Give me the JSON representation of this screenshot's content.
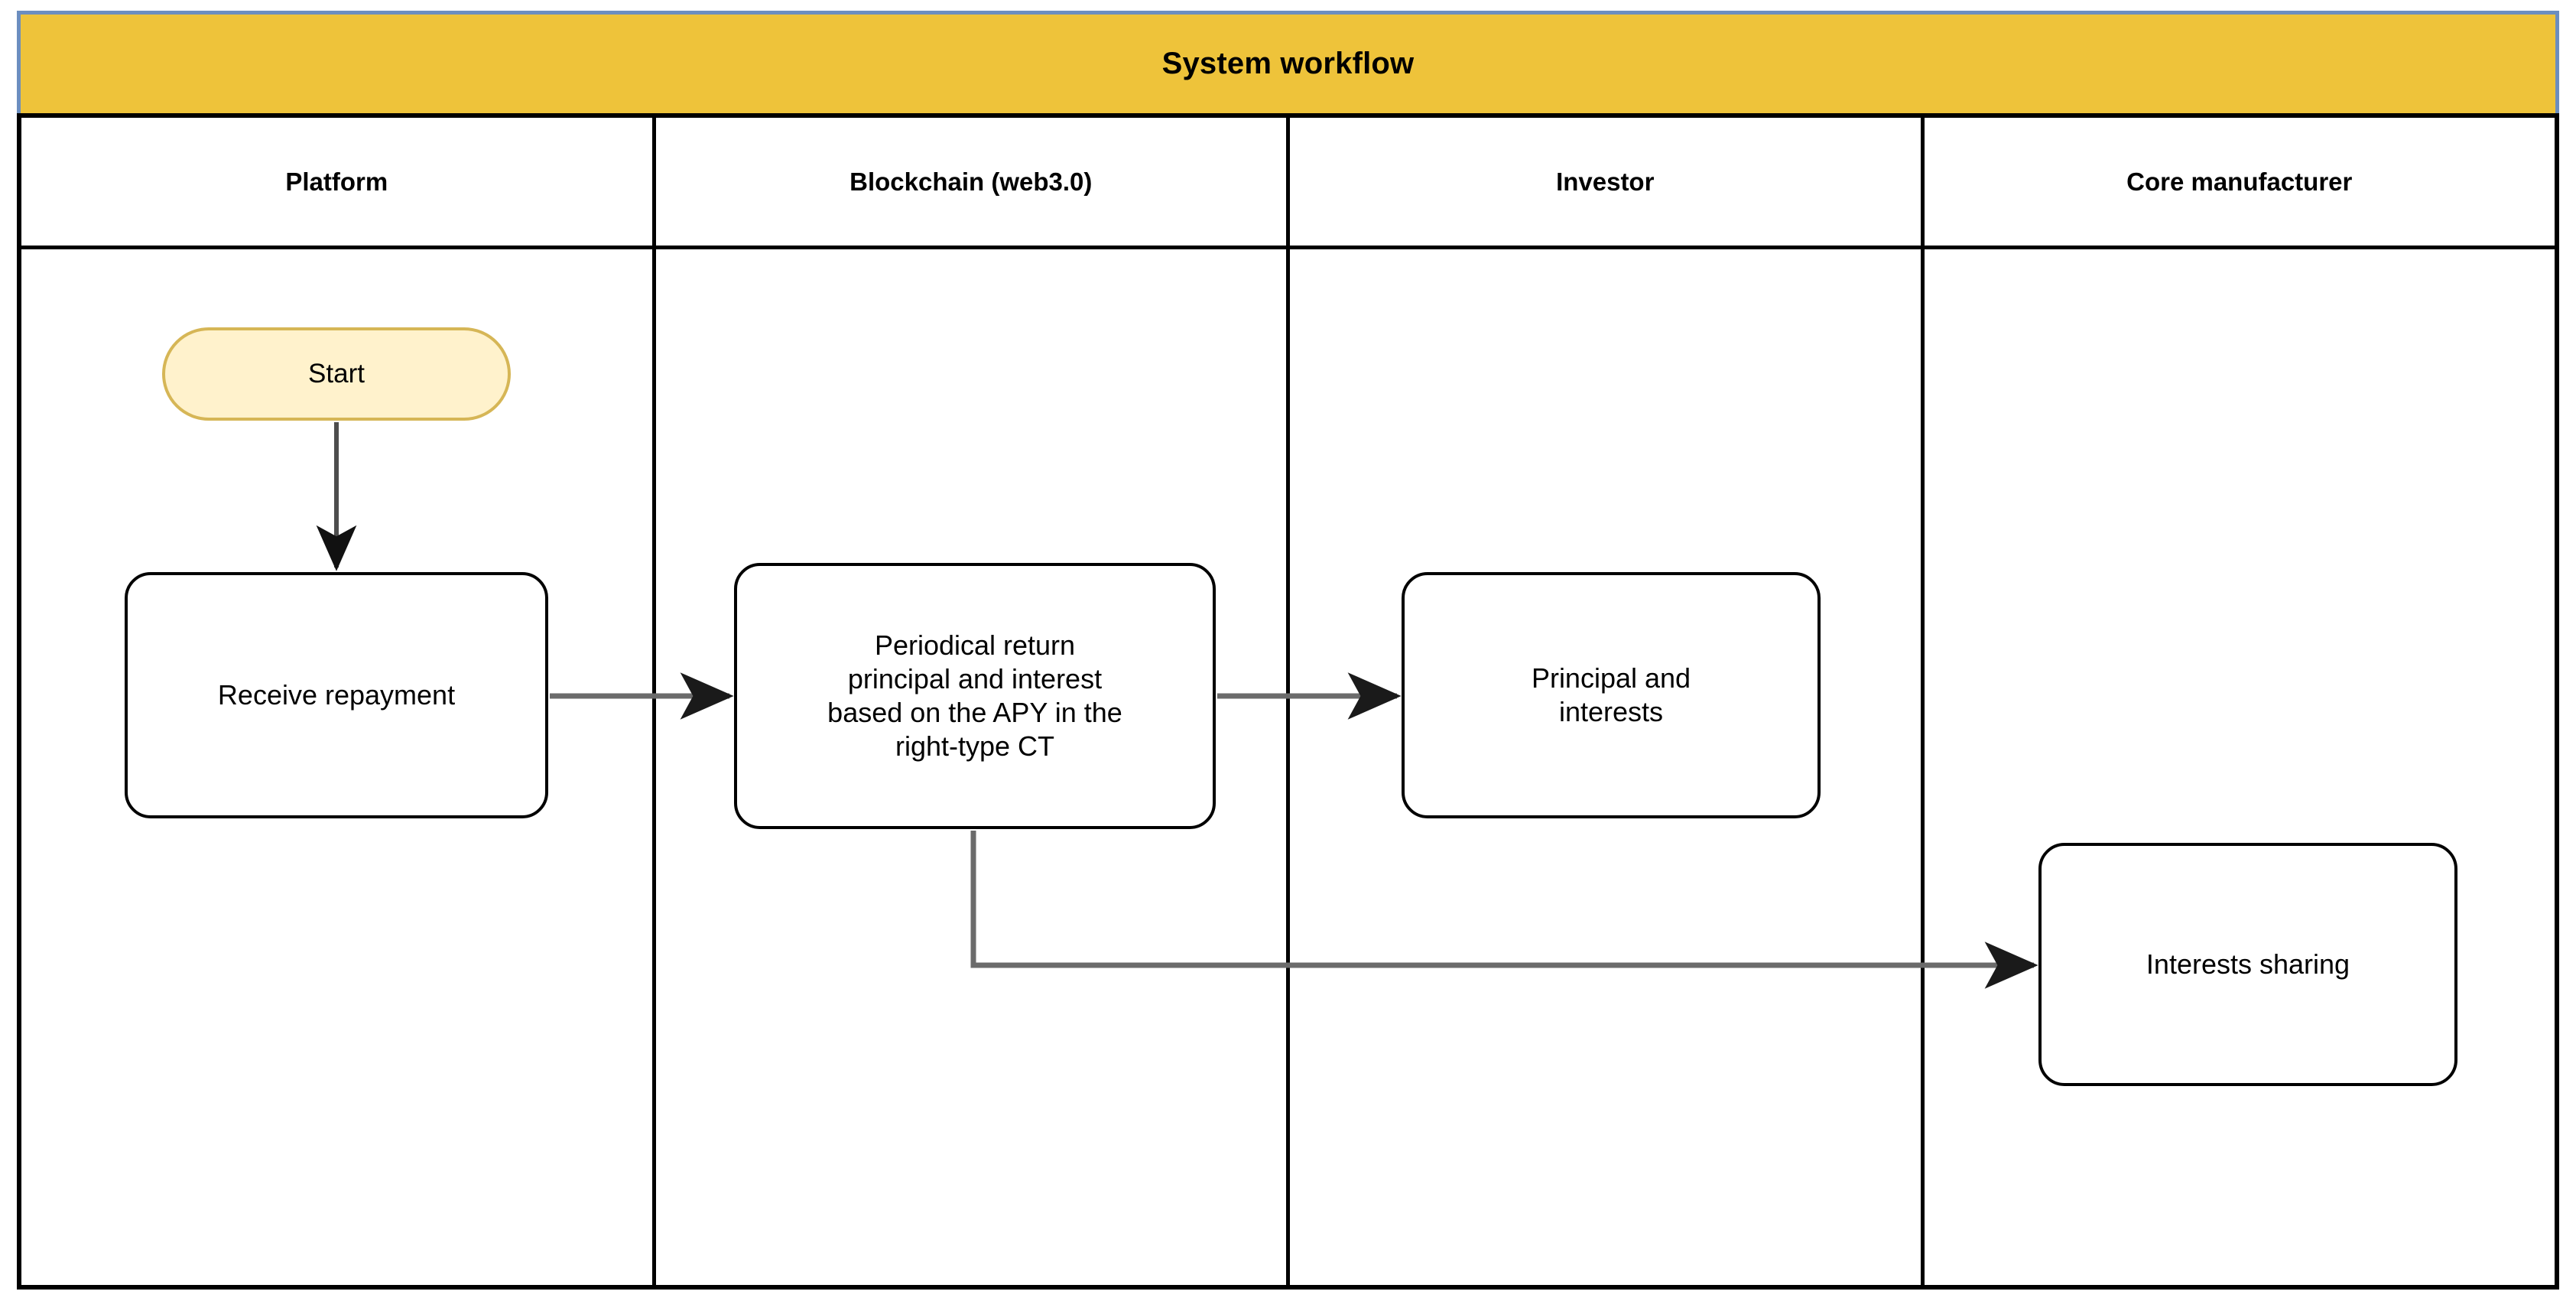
{
  "diagram": {
    "type": "swimlane-flowchart",
    "title": "System workflow",
    "title_fill": "#eec33a",
    "title_border": "#6c8ebf",
    "lane_border": "#000000",
    "lanes": [
      {
        "id": "platform",
        "label": "Platform"
      },
      {
        "id": "blockchain",
        "label": "Blockchain (web3.0)"
      },
      {
        "id": "investor",
        "label": "Investor"
      },
      {
        "id": "core-manufacturer",
        "label": "Core manufacturer"
      }
    ],
    "nodes": [
      {
        "id": "start",
        "lane": "platform",
        "shape": "rounded-pill",
        "label": "Start",
        "fill": "#fff2cc",
        "stroke": "#d6b656"
      },
      {
        "id": "receive-repayment",
        "lane": "platform",
        "shape": "rounded-rect",
        "label": "Receive repayment",
        "fill": "#ffffff",
        "stroke": "#000000"
      },
      {
        "id": "periodical-return",
        "lane": "blockchain",
        "shape": "rounded-rect",
        "label": "Periodical return\nprincipal and interest\nbased on the APY in the\nright-type CT",
        "fill": "#ffffff",
        "stroke": "#000000"
      },
      {
        "id": "principal-and-interests",
        "lane": "investor",
        "shape": "rounded-rect",
        "label": "Principal and\ninterests",
        "fill": "#ffffff",
        "stroke": "#000000"
      },
      {
        "id": "interests-sharing",
        "lane": "core-manufacturer",
        "shape": "rounded-rect",
        "label": "Interests sharing",
        "fill": "#ffffff",
        "stroke": "#000000"
      }
    ],
    "edges": [
      {
        "id": "e1",
        "from": "start",
        "to": "receive-repayment",
        "style": "straight-down",
        "arrow": "end",
        "color": "#4d4d4d"
      },
      {
        "id": "e2",
        "from": "receive-repayment",
        "to": "periodical-return",
        "style": "straight-right",
        "arrow": "end",
        "color": "#666666"
      },
      {
        "id": "e3",
        "from": "periodical-return",
        "to": "principal-and-interests",
        "style": "straight-right",
        "arrow": "end",
        "color": "#666666"
      },
      {
        "id": "e4",
        "from": "periodical-return",
        "to": "interests-sharing",
        "style": "elbow-down-right",
        "arrow": "end",
        "color": "#666666"
      }
    ]
  }
}
